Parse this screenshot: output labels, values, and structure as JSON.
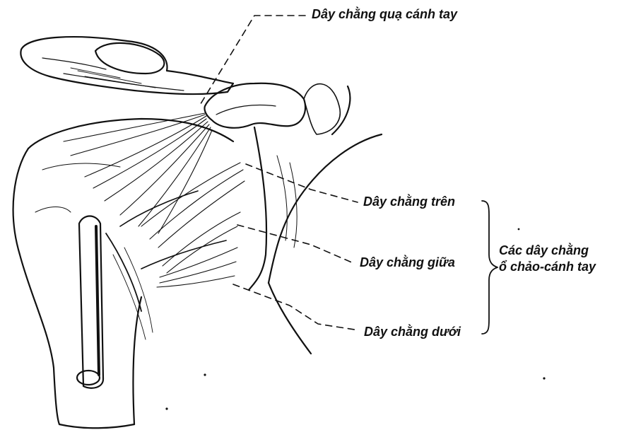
{
  "labels": {
    "coracohumeral": "Dây chằng quạ cánh tay",
    "superior": "Dây chằng trên",
    "middle": "Dây chằng giữa",
    "inferior": "Dây chằng dưới",
    "group_line1": "Các dây chằng",
    "group_line2": "ổ chảo-cánh tay"
  },
  "colors": {
    "ink": "#111111",
    "background": "#ffffff"
  }
}
